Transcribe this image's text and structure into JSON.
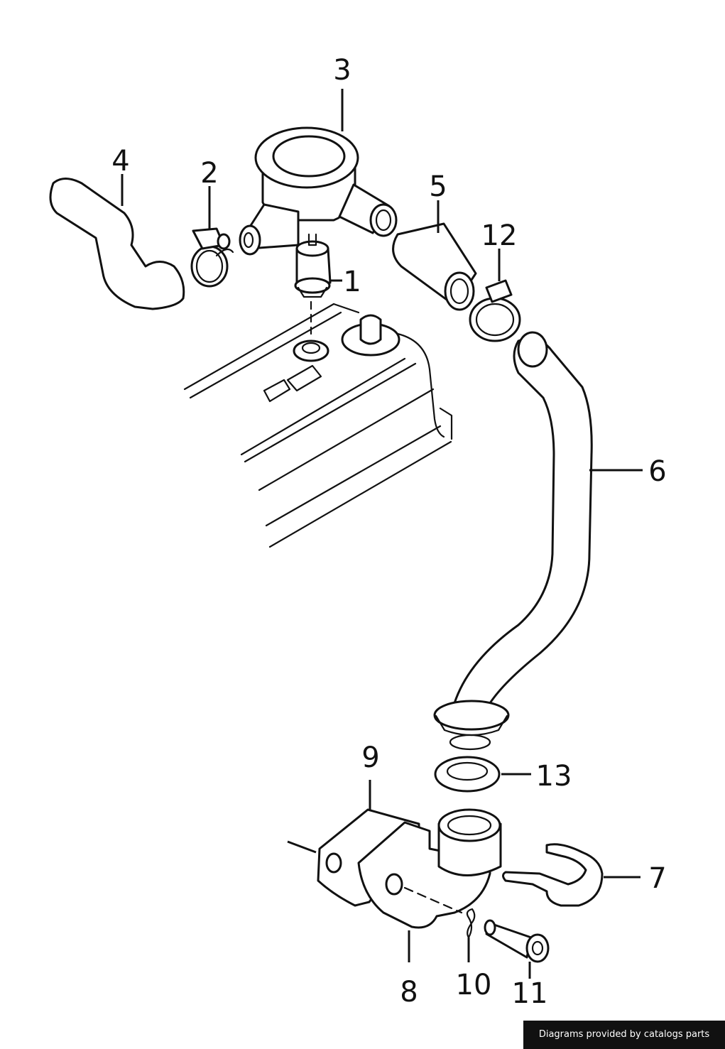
{
  "diagram": {
    "parts": [
      {
        "id": "1",
        "label": "1"
      },
      {
        "id": "2",
        "label": "2"
      },
      {
        "id": "3",
        "label": "3"
      },
      {
        "id": "4",
        "label": "4"
      },
      {
        "id": "5",
        "label": "5"
      },
      {
        "id": "6",
        "label": "6"
      },
      {
        "id": "7",
        "label": "7"
      },
      {
        "id": "8",
        "label": "8"
      },
      {
        "id": "9",
        "label": "9"
      },
      {
        "id": "10",
        "label": "10"
      },
      {
        "id": "11",
        "label": "11"
      },
      {
        "id": "12",
        "label": "12"
      },
      {
        "id": "13",
        "label": "13"
      }
    ],
    "line_color": "#111111",
    "background": "#ffffff"
  },
  "credit": {
    "text": "Diagrams provided by catalogs parts"
  }
}
